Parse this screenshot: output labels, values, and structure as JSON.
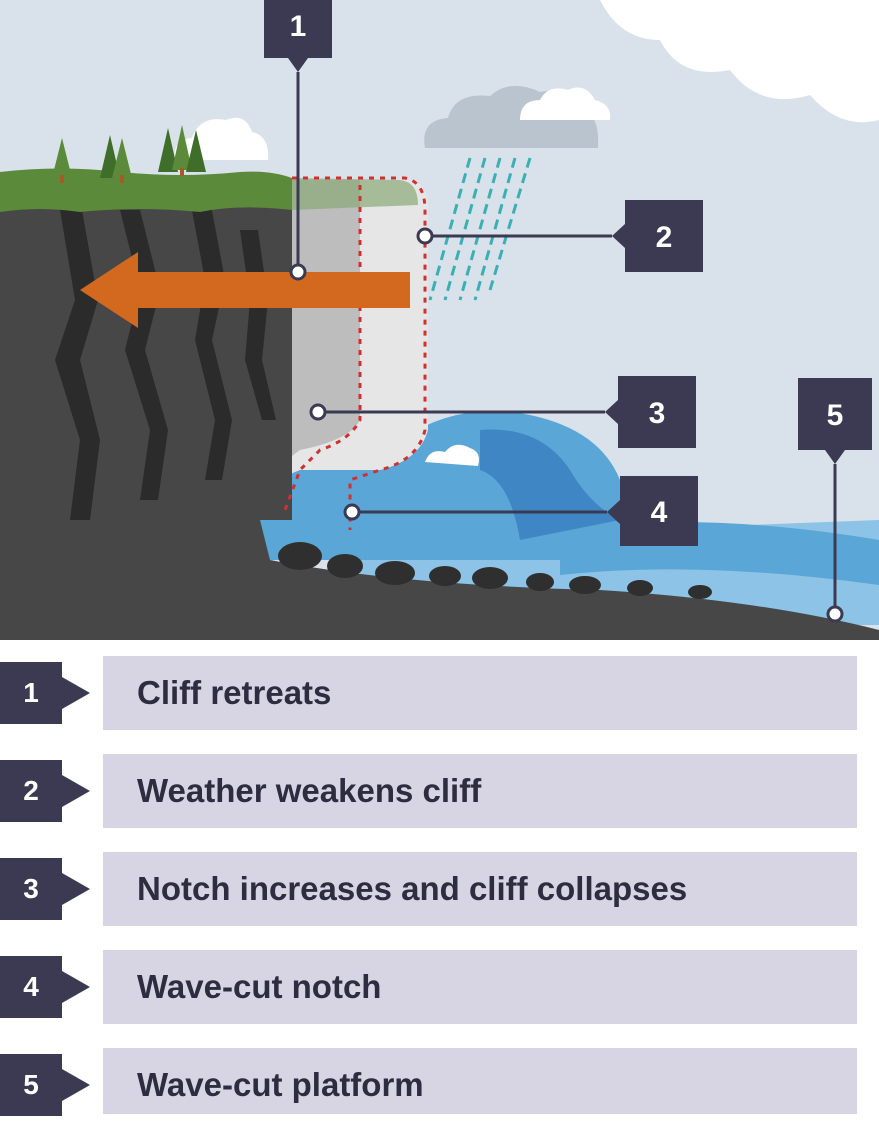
{
  "colors": {
    "sky": "#d9e1ea",
    "cliff": "#474747",
    "cliff_crack": "#2b2b2b",
    "grass": "#5a8a3a",
    "eroded_zone": "#bdbdbd",
    "notch_area": "#e6e6e6",
    "sea_light": "#8cc3e6",
    "sea_mid": "#5aa6d6",
    "sea_dark": "#3f86c4",
    "retreat_arrow": "#d2691e",
    "rain": "#3ab0b4",
    "dotted_outline": "#d23030",
    "callout": "#3b3a52",
    "key_box": "#d7d5e3"
  },
  "callouts": [
    {
      "id": 1,
      "number": "1"
    },
    {
      "id": 2,
      "number": "2"
    },
    {
      "id": 3,
      "number": "3"
    },
    {
      "id": 4,
      "number": "4"
    },
    {
      "id": 5,
      "number": "5"
    }
  ],
  "key": [
    {
      "number": "1",
      "label": "Cliff retreats"
    },
    {
      "number": "2",
      "label": "Weather weakens cliff"
    },
    {
      "number": "3",
      "label": "Notch increases and cliff collapses"
    },
    {
      "number": "4",
      "label": "Wave-cut notch"
    },
    {
      "number": "5",
      "label": "Wave-cut platform"
    }
  ]
}
